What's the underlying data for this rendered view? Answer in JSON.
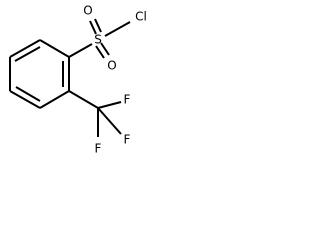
{
  "molecule": {
    "atoms": {
      "sulfur": "S",
      "oxygen_top": "O",
      "oxygen_bottom": "O",
      "chlorine": "Cl",
      "fluorine_1": "F",
      "fluorine_2": "F",
      "fluorine_3": "F"
    }
  },
  "colors": {
    "bond": "#000000",
    "label": "#000000",
    "background": "#ffffff"
  }
}
